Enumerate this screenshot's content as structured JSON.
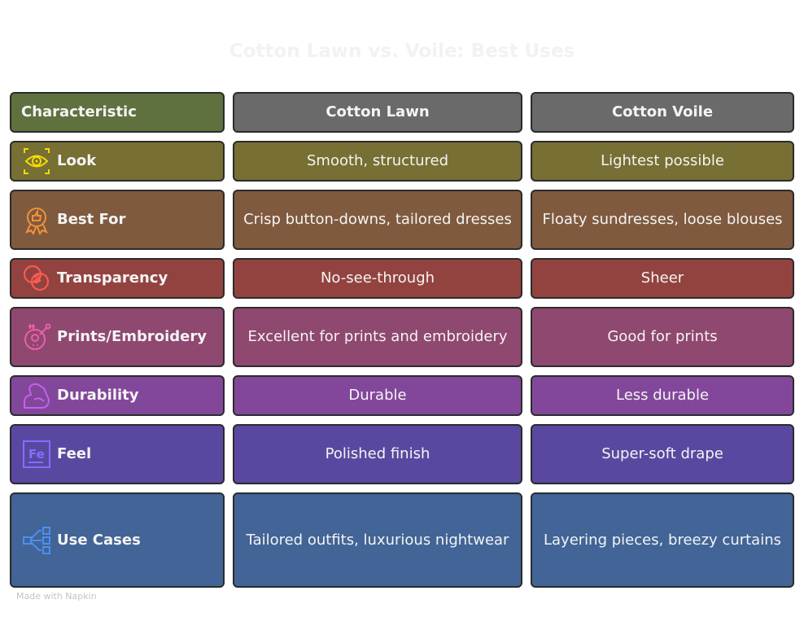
{
  "title": "Cotton Lawn vs. Voile: Best Uses",
  "headers": [
    "Characteristic",
    "Cotton Lawn",
    "Cotton Voile"
  ],
  "header_colors": {
    "characteristic": "#5f713f",
    "columns": "#6a6a6a"
  },
  "rows": [
    {
      "label": "Look",
      "icon": "eye-icon",
      "lawn": "Smooth, structured",
      "voile": "Lightest possible",
      "color": "#776f33",
      "icon_color": "#f5d90a"
    },
    {
      "label": "Best For",
      "icon": "badge-thumbs-up-icon",
      "lawn": "Crisp button-downs, tailored dresses",
      "voile": "Floaty sundresses, loose blouses",
      "color": "#7f5a3e",
      "icon_color": "#f0923a"
    },
    {
      "label": "Transparency",
      "icon": "overlapping-circles-icon",
      "lawn": "No-see-through",
      "voile": "Sheer",
      "color": "#93433f",
      "icon_color": "#ff5d52"
    },
    {
      "label": "Prints/Embroidery",
      "icon": "embroidery-hoop-icon",
      "lawn": "Excellent for prints and embroidery",
      "voile": "Good for prints",
      "color": "#8f4870",
      "icon_color": "#f05da8"
    },
    {
      "label": "Durability",
      "icon": "flexed-arm-icon",
      "lawn": "Durable",
      "voile": "Less durable",
      "color": "#82479a",
      "icon_color": "#c55ef0"
    },
    {
      "label": "Feel",
      "icon": "fe-element-icon",
      "lawn": "Polished finish",
      "voile": "Super-soft drape",
      "color": "#5a48a0",
      "icon_color": "#8070ff"
    },
    {
      "label": "Use Cases",
      "icon": "flow-branches-icon",
      "lawn": "Tailored outfits, luxurious nightwear",
      "voile": "Layering pieces, breezy curtains",
      "color": "#426496",
      "icon_color": "#4a90f0"
    }
  ],
  "footer": "Made with Napkin"
}
